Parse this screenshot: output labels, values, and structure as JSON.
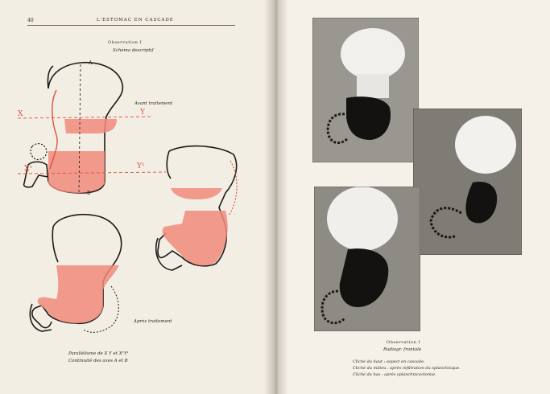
{
  "left_page": {
    "page_number": "40",
    "running_head": "L'ESTOMAC EN CASCADE",
    "observation_title": "Observation I",
    "subtitle": "Schéma descriptif",
    "axis_label_a": "A",
    "axis_label_b": "B",
    "line_label_x": "X",
    "line_label_y": "Y",
    "line_label_x1": "X¹",
    "line_label_y1": "Y¹",
    "label_before": "Avant traitement",
    "label_after": "Après traitement",
    "caption_line_1": "Parallélisme de X Y et X¹Y¹",
    "caption_line_2": "Continuité des axes A et B"
  },
  "right_page": {
    "observation_title": "Observation I",
    "subtitle": "Radiogr. frontale",
    "caption_lines": [
      "Cliché du haut : aspect en cascade.",
      "Cliché du milieu : après infiltration du splanchnique.",
      "Cliché du bas : après splanchnicectomie."
    ]
  },
  "colors": {
    "paper": "#f3eee4",
    "ink": "#2b2620",
    "diagram_red": "#f08a7a",
    "dashed_red": "#e0513f"
  }
}
